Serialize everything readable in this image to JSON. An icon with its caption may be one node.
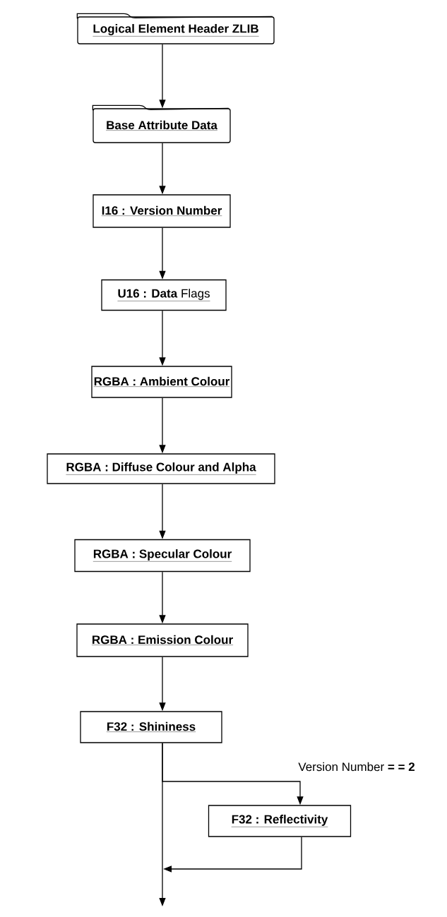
{
  "diagram": {
    "nodes": [
      {
        "text": [
          "Logical Element Header ZLIB"
        ]
      },
      {
        "text": [
          "Base Attribute Data"
        ]
      },
      {
        "text": [
          "I16 : Version Number"
        ]
      },
      {
        "text": [
          "**U16 : Data** Flags"
        ]
      },
      {
        "text": [
          "RGBA : Ambient Colour"
        ]
      },
      {
        "text": [
          "RGBA : Diffuse Colour and Alpha"
        ]
      },
      {
        "text": [
          "RGBA : Specular Colour"
        ]
      },
      {
        "text": [
          "RGBA : Emission Colour"
        ]
      },
      {
        "text": [
          "F32 : Shininess"
        ]
      },
      {
        "text": [
          "F32 : Reflectivity"
        ]
      }
    ],
    "edges": [
      {
        "from": 0,
        "to": 1,
        "arrow": "to"
      },
      {
        "from": 1,
        "to": 2,
        "arrow": "to"
      },
      {
        "from": 2,
        "to": 3,
        "arrow": "to"
      },
      {
        "from": 3,
        "to": 4,
        "arrow": "to"
      },
      {
        "from": 4,
        "to": 5,
        "arrow": "to"
      },
      {
        "from": 5,
        "to": 6,
        "arrow": "to"
      },
      {
        "from": 6,
        "to": 7,
        "arrow": "to"
      },
      {
        "from": 7,
        "to": 8,
        "arrow": "to"
      },
      {
        "from": 8,
        "to": 9,
        "arrow": "to",
        "label": "Version Number **= = 2**"
      },
      {
        "from": 8,
        "to": null,
        "arrow": "to"
      },
      {
        "from": 9,
        "to": null,
        "arrow": "to"
      }
    ]
  }
}
